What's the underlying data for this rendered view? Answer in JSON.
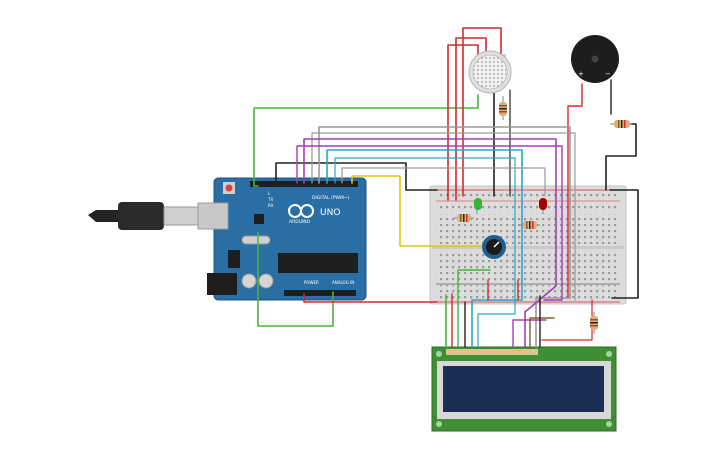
{
  "arduino": {
    "digital_label": "DIGITAL (PWM~)",
    "brand": "ARDUINO",
    "model": "UNO",
    "power_label": "POWER",
    "analog_label": "ANALOG IN",
    "tx_label": "TX",
    "rx_label": "RX",
    "l_label": "L"
  },
  "buzzer": {
    "plus_label": "+",
    "minus_label": "−"
  },
  "colors": {
    "board": "#2a6ea6",
    "breadboard": "#dcdcdc",
    "lcd_pcb": "#3f8f35",
    "lcd_screen": "#1c2e55",
    "wire_red": "#d12b2b",
    "wire_green": "#4bb33a",
    "wire_black": "#222222",
    "wire_purple": "#a33fb5",
    "wire_gray": "#9a9a9a",
    "wire_cyan": "#2aa7c9",
    "wire_yellow": "#e3c21e",
    "wire_brown": "#8a5a2b",
    "led_green": "#33b233",
    "led_red": "#a00000"
  },
  "icons": [
    "usb-cable-icon",
    "infinity-logo-icon",
    "potentiometer-icon",
    "piezo-buzzer-icon",
    "gas-sensor-icon"
  ]
}
